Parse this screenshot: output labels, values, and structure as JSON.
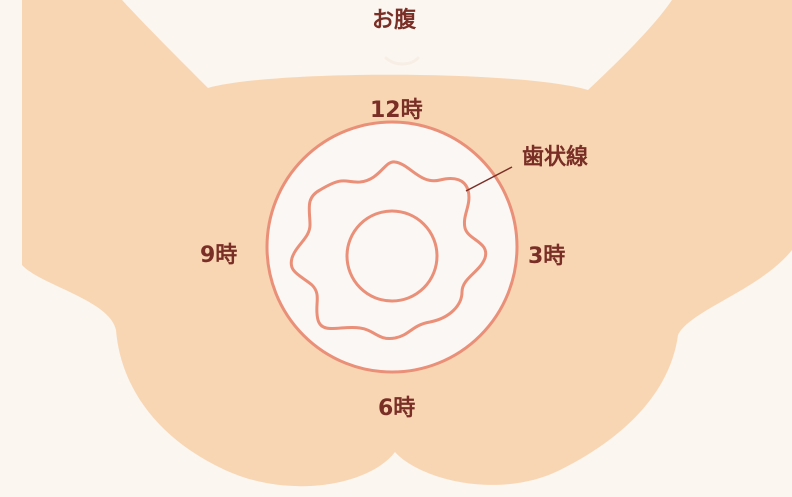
{
  "labels": {
    "belly": "お腹",
    "dentate_line": "歯状線",
    "twelve": "12時",
    "three": "3時",
    "six": "6時",
    "nine": "9時"
  },
  "colors": {
    "background": "#fbf6ef",
    "skin": "#f8d6b3",
    "outline": "#ea8f78",
    "ring_fill": "#fbf7f4",
    "text": "#7a2f26"
  }
}
